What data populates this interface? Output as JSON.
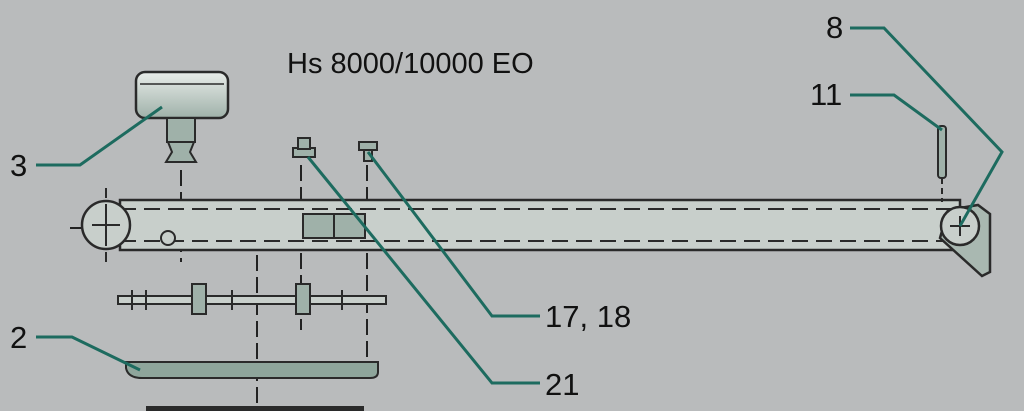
{
  "title": "Hs 8000/10000 EO",
  "callouts": {
    "c3": "3",
    "c2": "2",
    "c8": "8",
    "c11": "11",
    "c17": "17, 18",
    "c21": "21"
  },
  "colors": {
    "background": "#b9bbbc",
    "part_fill": "#c8cfcb",
    "part_dark": "#9fb1a9",
    "leader_line": "#1d6b5f",
    "outline": "#2a2a2a"
  }
}
